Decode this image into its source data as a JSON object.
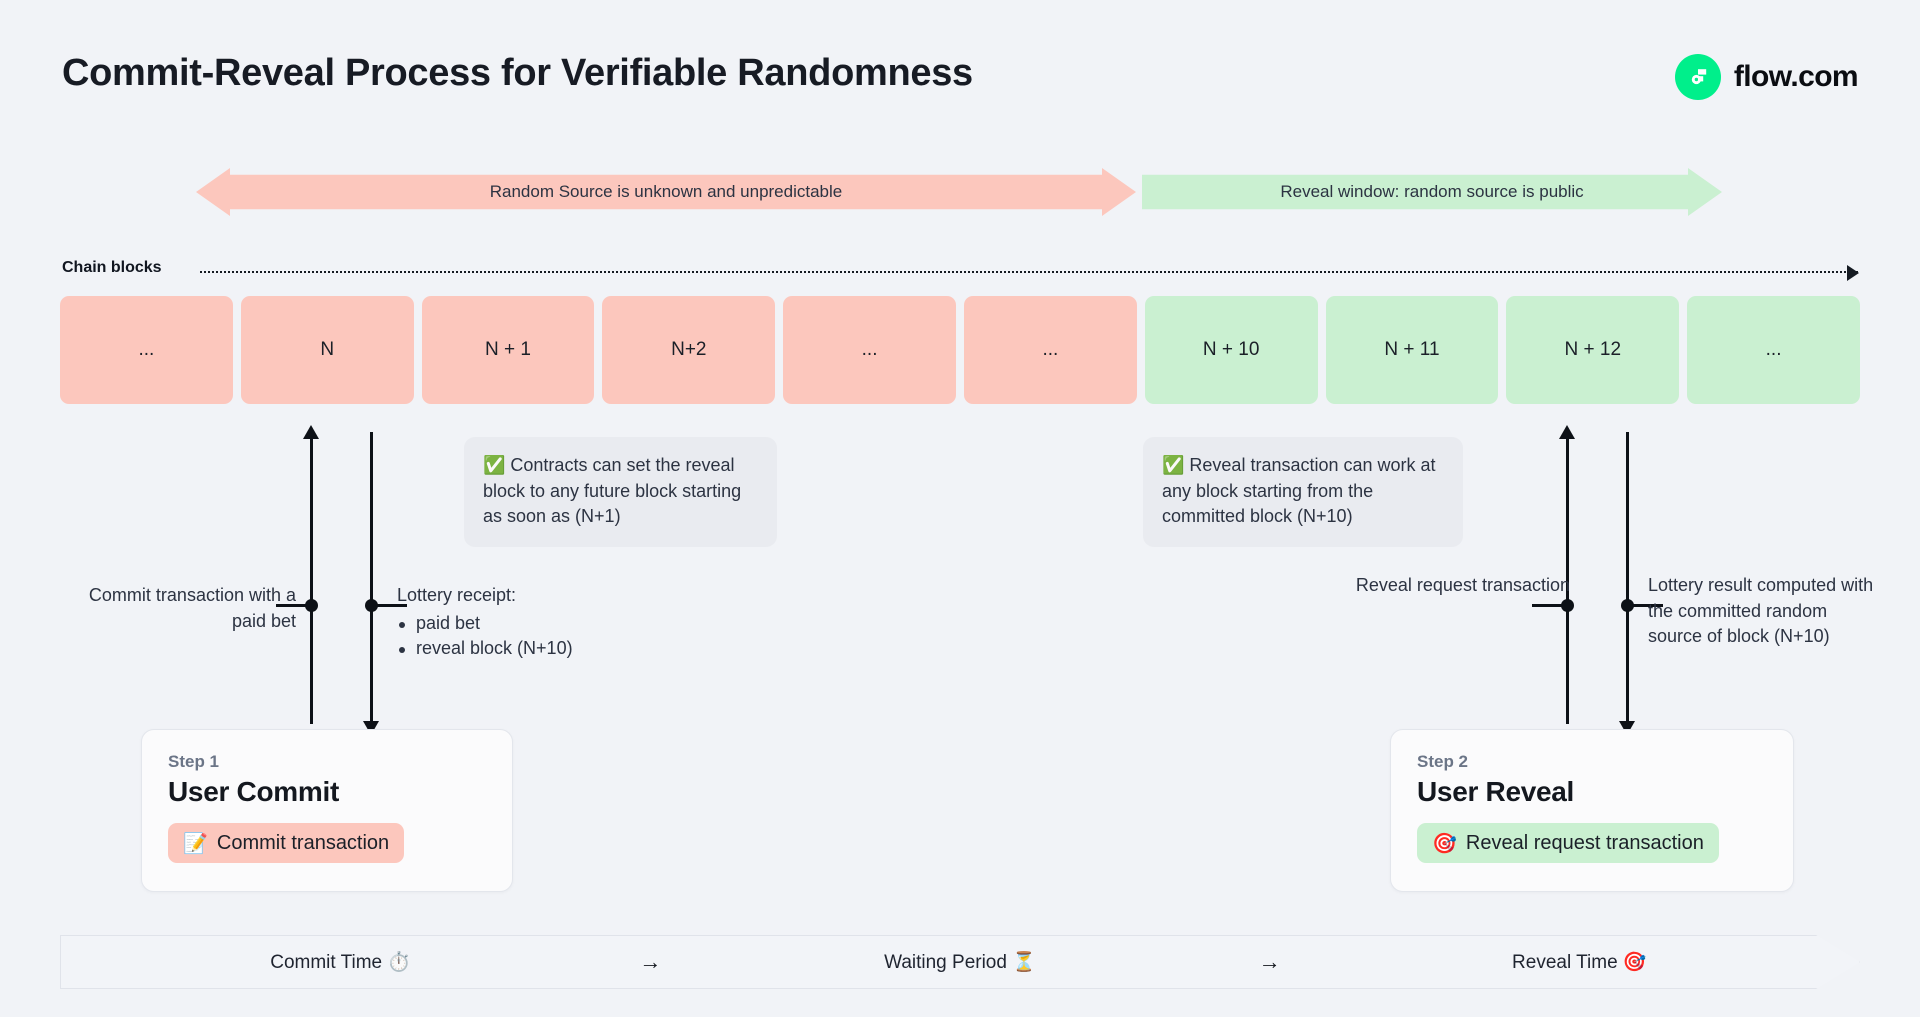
{
  "header": {
    "title": "Commit-Reveal Process for Verifiable Randomness",
    "brand_name": "flow.com",
    "brand_icon": "flow-logo-icon",
    "brand_color": "#00ef8b"
  },
  "phases": [
    {
      "label": "Random Source is unknown and unpredictable",
      "color": "#fcc7bd",
      "direction": "both"
    },
    {
      "label": "Reveal window: random source is public",
      "color": "#caf0d1",
      "direction": "right"
    }
  ],
  "chain": {
    "label": "Chain blocks",
    "blocks": [
      {
        "label": "...",
        "state": "pink"
      },
      {
        "label": "N",
        "state": "pink"
      },
      {
        "label": "N + 1",
        "state": "pink"
      },
      {
        "label": "N+2",
        "state": "pink"
      },
      {
        "label": "...",
        "state": "pink"
      },
      {
        "label": "...",
        "state": "pink"
      },
      {
        "label": "N + 10",
        "state": "green"
      },
      {
        "label": "N + 11",
        "state": "green"
      },
      {
        "label": "N + 12",
        "state": "green"
      },
      {
        "label": "...",
        "state": "green"
      }
    ]
  },
  "notes": {
    "commit_note": "✅ Contracts can set the reveal block to any future block starting as soon as (N+1)",
    "reveal_note": "✅ Reveal transaction can work at any block starting from the committed block (N+10)"
  },
  "labels": {
    "commit_tx": "Commit transaction with a paid bet",
    "receipt_title": "Lottery receipt:",
    "receipt_items": [
      "paid bet",
      "reveal block (N+10)"
    ],
    "reveal_request": "Reveal request transaction",
    "lottery_result": "Lottery result computed with the committed random source of block (N+10)"
  },
  "steps": [
    {
      "kicker": "Step 1",
      "title": "User Commit",
      "chip_emoji": "📝",
      "chip_label": "Commit transaction",
      "chip_color": "#fcc7bd"
    },
    {
      "kicker": "Step 2",
      "title": "User Reveal",
      "chip_emoji": "🎯",
      "chip_label": "Reveal request transaction",
      "chip_color": "#caf0d1"
    }
  ],
  "timeline": {
    "segments": [
      "Commit Time ⏱️",
      "Waiting Period ⏳",
      "Reveal Time 🎯"
    ],
    "separator": "→"
  }
}
